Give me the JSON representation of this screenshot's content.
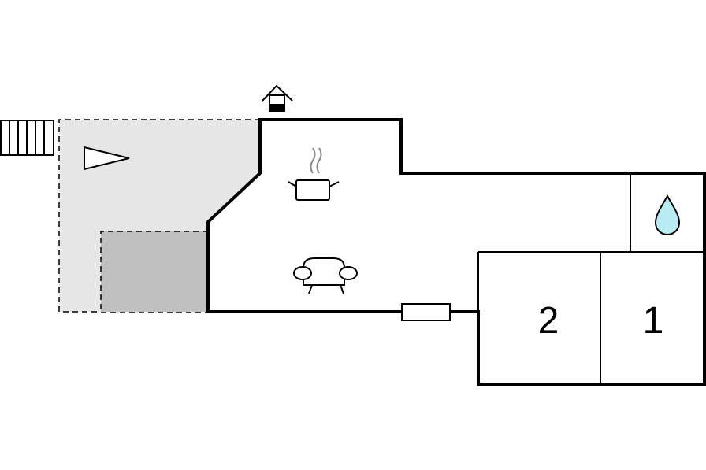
{
  "floorplan": {
    "rooms": [
      {
        "id": "bedroom-2",
        "label": "2"
      },
      {
        "id": "bedroom-1",
        "label": "1"
      }
    ],
    "icons": [
      {
        "name": "entrance-house-icon"
      },
      {
        "name": "stairs-icon"
      },
      {
        "name": "terrace-arrow-icon"
      },
      {
        "name": "kitchen-pot-icon"
      },
      {
        "name": "sofa-icon"
      },
      {
        "name": "water-drop-icon"
      },
      {
        "name": "window-icon"
      }
    ],
    "colors": {
      "wall": "#000000",
      "terrace": "#e6e6e6",
      "covered_area": "#c0c0c0",
      "water": "#b9ecf2"
    }
  }
}
